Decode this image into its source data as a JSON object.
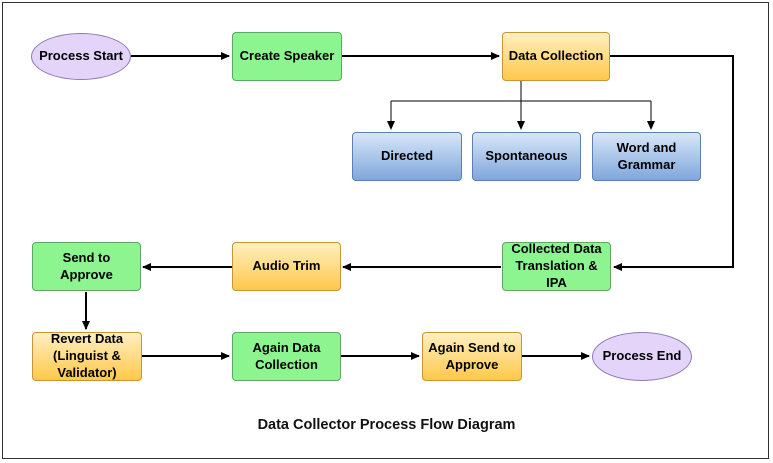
{
  "nodes": {
    "process_start": "Process Start",
    "create_speaker": "Create Speaker",
    "data_collection": "Data Collection",
    "directed": "Directed",
    "spontaneous": "Spontaneous",
    "word_grammar": "Word and Grammar",
    "collected_data": "Collected Data Translation & IPA",
    "audio_trim": "Audio Trim",
    "send_to_approve": "Send to Approve",
    "revert_data": "Revert Data (Linguist & Validator)",
    "again_data_collection": "Again Data Collection",
    "again_send": "Again Send to Approve",
    "process_end": "Process End"
  },
  "caption": "Data Collector Process Flow Diagram",
  "colors": {
    "green": "#8CF58F",
    "orange": "#FFC84A",
    "blue": "#7FA6DC",
    "purple": "#E4D4FA"
  }
}
